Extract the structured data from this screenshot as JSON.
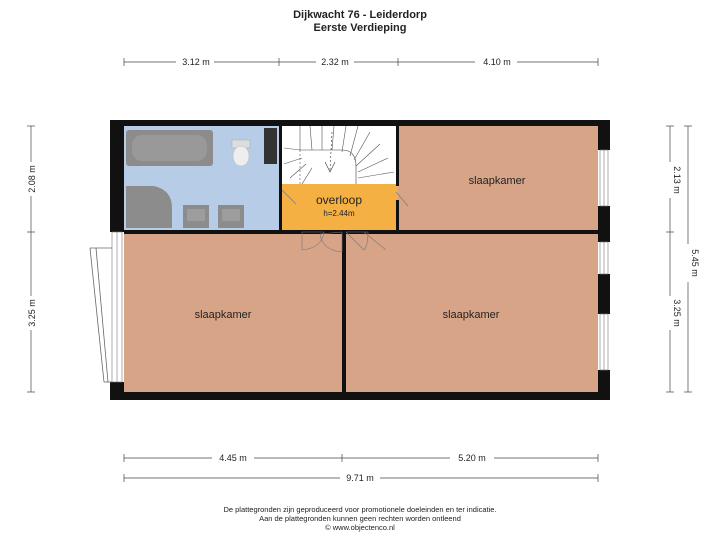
{
  "header": {
    "title": "Dijkwacht 76 - Leiderdorp",
    "subtitle": "Eerste Verdieping"
  },
  "dimensions": {
    "top": [
      "3.12 m",
      "2.32 m",
      "4.10 m"
    ],
    "bottom_segments": [
      "4.45 m",
      "5.20 m"
    ],
    "bottom_total": "9.71 m",
    "left": [
      "2.08 m",
      "3.25 m"
    ],
    "right_segments": [
      "2.13 m",
      "3.25 m"
    ],
    "right_total": "5.45 m"
  },
  "rooms": {
    "landing": {
      "name": "overloop",
      "height": "h=2.44m"
    },
    "bedroom_top_right": {
      "name": "slaapkamer"
    },
    "bedroom_bottom_left": {
      "name": "slaapkamer"
    },
    "bedroom_bottom_right": {
      "name": "slaapkamer"
    }
  },
  "colors": {
    "bedroom": "#d8a488",
    "landing": "#f5b044",
    "bathroom": "#b7cce6",
    "wall": "#111111",
    "fixture": "#8c8c8c"
  },
  "footer": {
    "line1": "De plattegronden zijn geproduceerd voor promotionele doeleinden en ter indicatie.",
    "line2": "Aan de plattegronden kunnen geen rechten worden ontleend",
    "line3": "© www.objectenco.nl"
  }
}
